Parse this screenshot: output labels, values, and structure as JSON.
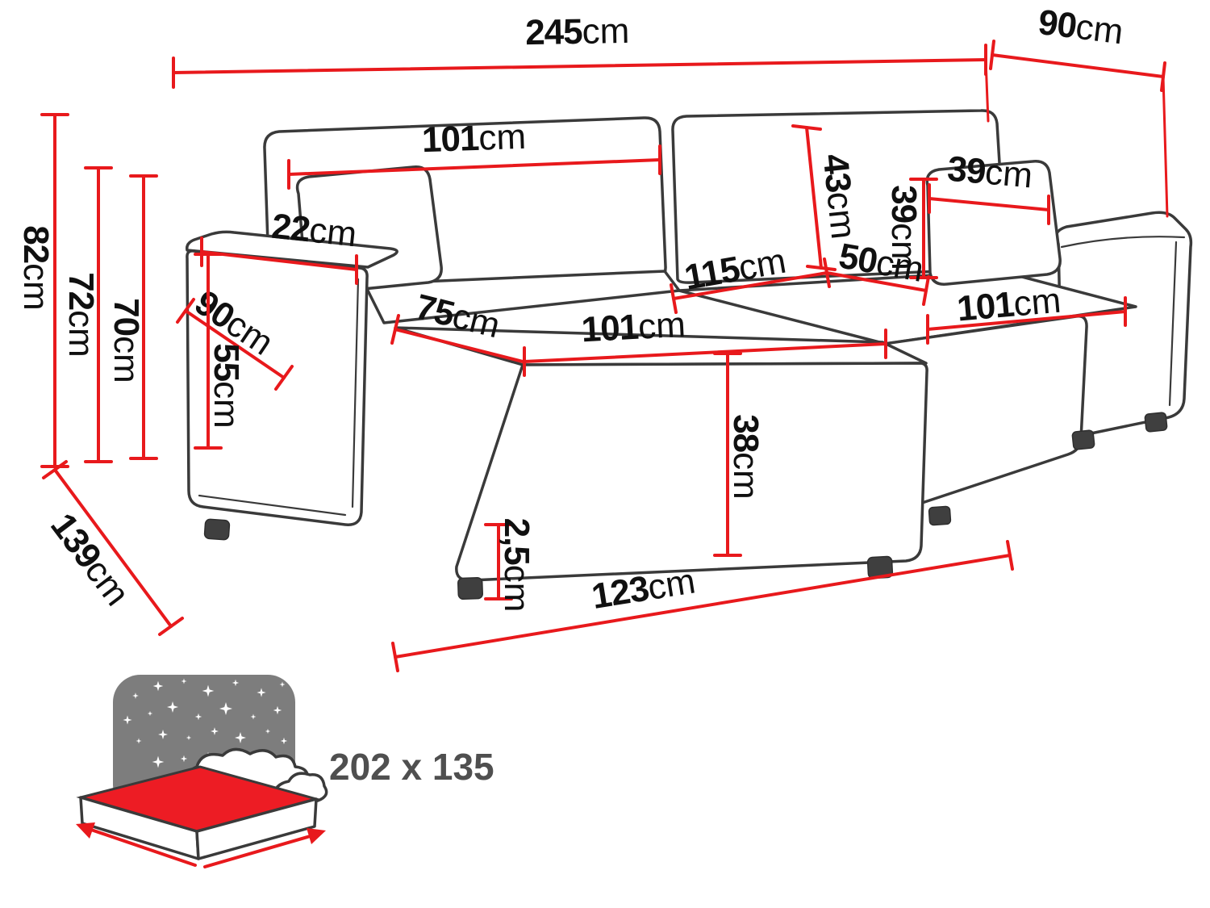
{
  "colors": {
    "dimension_red": "#e8191c",
    "outline_gray": "#3a3a3a",
    "label_black": "#101010",
    "star_panel_gray": "#7d7d7d",
    "bed_text_gray": "#4f4f4f"
  },
  "dimensions": {
    "total_width": {
      "value": "245",
      "unit": "cm"
    },
    "back_depth": {
      "value": "90",
      "unit": "cm"
    },
    "total_height": {
      "value": "82",
      "unit": "cm"
    },
    "height_72": {
      "value": "72",
      "unit": "cm"
    },
    "height_70": {
      "value": "70",
      "unit": "cm"
    },
    "side_depth_139": {
      "value": "139",
      "unit": "cm"
    },
    "backrest_width_101": {
      "value": "101",
      "unit": "cm"
    },
    "backrest_height_43": {
      "value": "43",
      "unit": "cm"
    },
    "pillow_height_39": {
      "value": "39",
      "unit": "cm"
    },
    "pillow_width_39": {
      "value": "39",
      "unit": "cm"
    },
    "armrest_width_22": {
      "value": "22",
      "unit": "cm"
    },
    "armrest_depth_90": {
      "value": "90",
      "unit": "cm"
    },
    "armrest_height_55": {
      "value": "55",
      "unit": "cm"
    },
    "seat_depth_115": {
      "value": "115",
      "unit": "cm"
    },
    "gap_50": {
      "value": "50",
      "unit": "cm"
    },
    "right_seat_width_101": {
      "value": "101",
      "unit": "cm"
    },
    "chaise_depth_75": {
      "value": "75",
      "unit": "cm"
    },
    "chaise_width_101": {
      "value": "101",
      "unit": "cm"
    },
    "seat_front_height_38": {
      "value": "38",
      "unit": "cm"
    },
    "clearance_2_5": {
      "value": "2,5",
      "unit": "cm"
    },
    "chaise_length_123": {
      "value": "123",
      "unit": "cm"
    }
  },
  "sleeping_area": {
    "label": "202 x 135"
  }
}
